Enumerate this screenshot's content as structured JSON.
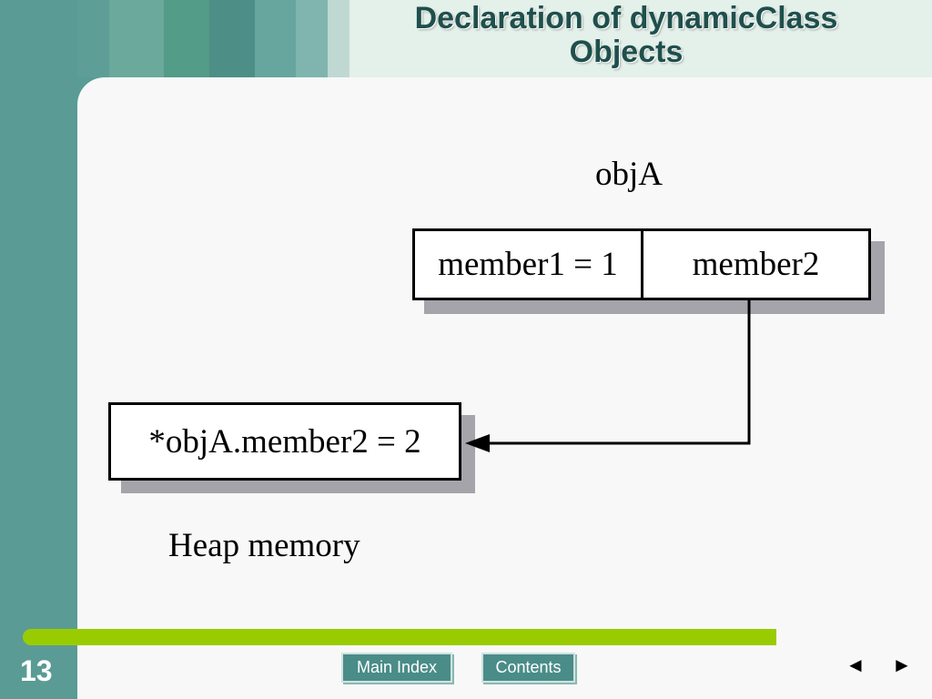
{
  "slide": {
    "title_line1": "Declaration of dynamicClass",
    "title_line2": "Objects",
    "page_number": "13"
  },
  "diagram": {
    "object_label": "objA",
    "member1": "member1 = 1",
    "member2": "member2",
    "heap_cell": "*objA.member2 = 2",
    "heap_label": "Heap memory"
  },
  "nav": {
    "main_index": "Main Index",
    "contents": "Contents",
    "prev_icon": "◄",
    "next_icon": "►"
  },
  "colors": {
    "sidebar": "#5a9b95",
    "accent_bar": "#99cc00",
    "shadow": "#a6a4ab"
  }
}
